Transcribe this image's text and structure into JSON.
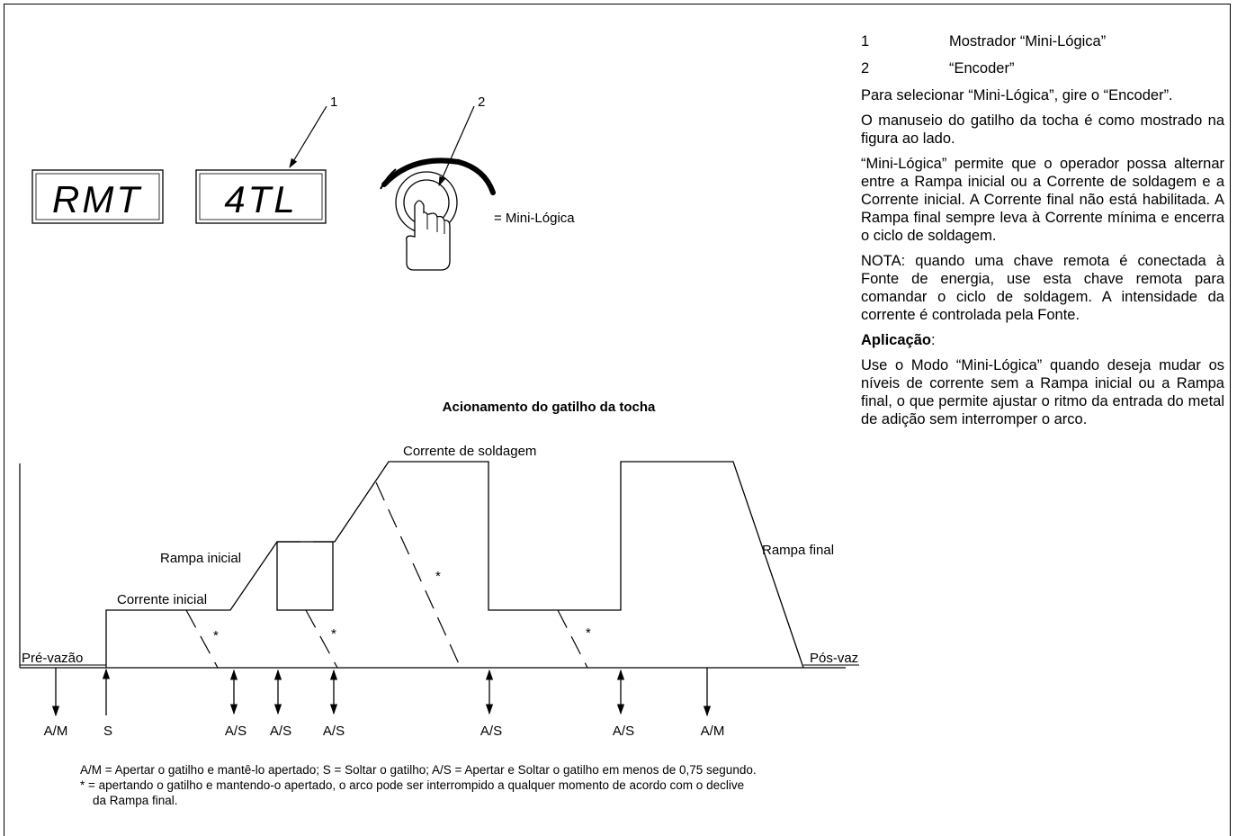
{
  "display": {
    "left_text": "RMT",
    "right_text": "4TL",
    "callout_1": "1",
    "callout_2": "2",
    "equals_label": "= Mini-Lógica"
  },
  "side_panel": {
    "legend": [
      {
        "num": "1",
        "text": "Mostrador “Mini-Lógica”"
      },
      {
        "num": "2",
        "text": "“Encoder”"
      }
    ],
    "paragraphs": [
      "Para selecionar “Mini-Lógica”, gire o “Encoder”.",
      "O manuseio do gatilho da tocha é como mostrado na figura ao lado.",
      "“Mini-Lógica” permite que o operador possa alternar entre a Rampa inicial ou a Corrente de soldagem e a Corrente inicial. A Corrente final não está habilitada. A Rampa final sempre leva à Corrente mínima e encerra o ciclo de soldagem.",
      "NOTA: quando uma chave remota é conectada à Fonte de energia, use esta chave remota para comandar o ciclo de soldagem. A intensidade da corrente é controlada pela Fonte."
    ],
    "application_heading": "Aplicação",
    "application_colon": ":",
    "application_text": "Use o Modo “Mini-Lógica” quando deseja mudar os níveis de corrente sem a Rampa inicial ou a Rampa final, o que permite ajustar o ritmo da entrada do metal de adição sem interromper o arco."
  },
  "timing": {
    "title": "Acionamento do gatilho da tocha",
    "labels": {
      "pre_flow": "Pré-vazão",
      "post_flow": "Pós-vazão",
      "initial_current": "Corrente inicial",
      "initial_ramp": "Rampa inicial",
      "welding_current": "Corrente de soldagem",
      "final_ramp": "Rampa final"
    },
    "asterisk": "*",
    "triggers": [
      "A/M",
      "S",
      "A/S",
      "A/S",
      "A/S",
      "A/S",
      "A/S",
      "A/M"
    ]
  },
  "footnote": {
    "line1": "A/M = Apertar o gatilho e mantê-lo apertado; S = Soltar o gatilho; A/S = Apertar e Soltar o gatilho em menos de 0,75 segundo.",
    "line2": "* = apertando o gatilho e mantendo-o apertado, o arco pode ser interrompido a qualquer momento de acordo com o declive",
    "line3": "da Rampa final."
  }
}
